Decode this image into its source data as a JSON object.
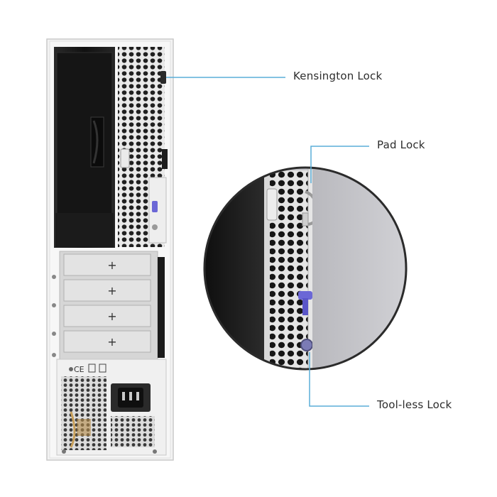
{
  "callouts": {
    "kensington_lock": "Kensington Lock",
    "pad_lock": "Pad Lock",
    "toolless_lock": "Tool-less Lock"
  },
  "colors": {
    "leader_line": "#5aaed8",
    "latch_purple": "#6b67d6",
    "chassis_white": "#f2f2f2",
    "bay_dark": "#1c1c1c",
    "side_panel_grey": "#c8c8cc"
  },
  "icons": {
    "power_inlet": "power-inlet-icon",
    "slot_plus": "plus-icon"
  },
  "psu_label": "CE"
}
